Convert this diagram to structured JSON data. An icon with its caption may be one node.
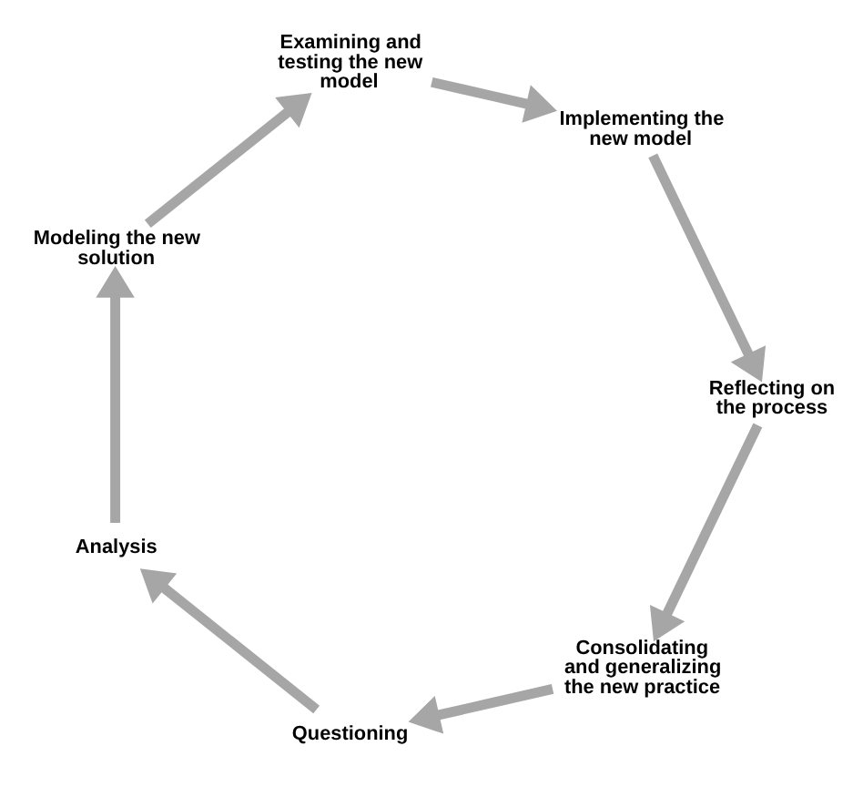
{
  "diagram": {
    "nodes": [
      {
        "text": [
          "Questioning"
        ]
      },
      {
        "text": [
          "Analysis"
        ]
      },
      {
        "text": [
          "Modeling the new solution"
        ]
      },
      {
        "text": [
          "Examining and testing the new model"
        ]
      },
      {
        "text": [
          "Implementing the new model"
        ]
      },
      {
        "text": [
          "Reflecting on the process"
        ]
      },
      {
        "text": [
          "Consolidating and generalizing the new practice"
        ]
      }
    ],
    "edges": [
      {
        "from": 0,
        "to": 1,
        "arrow": "to"
      },
      {
        "from": 1,
        "to": 2,
        "arrow": "to"
      },
      {
        "from": 2,
        "to": 3,
        "arrow": "to"
      },
      {
        "from": 3,
        "to": 4,
        "arrow": "to"
      },
      {
        "from": 4,
        "to": 5,
        "arrow": "to"
      },
      {
        "from": 5,
        "to": 6,
        "arrow": "to"
      },
      {
        "from": 6,
        "to": 0,
        "arrow": "to"
      }
    ]
  }
}
